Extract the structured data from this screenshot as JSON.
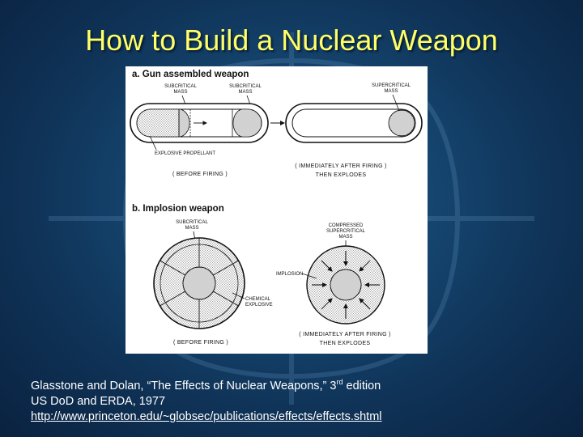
{
  "slide": {
    "title": "How to Build a Nuclear Weapon"
  },
  "figure": {
    "gun": {
      "heading": "a. Gun assembled weapon",
      "label_subcritical_left": [
        "SUBCRITICAL",
        "MASS"
      ],
      "label_subcritical_right": [
        "SUBCRITICAL",
        "MASS"
      ],
      "label_supercritical": [
        "SUPERCRITICAL",
        "MASS"
      ],
      "label_propellant": "EXPLOSIVE PROPELLANT",
      "caption_before": "( BEFORE FIRING )",
      "caption_after": [
        "( IMMEDIATELY AFTER FIRING )",
        "THEN EXPLODES"
      ]
    },
    "implosion": {
      "heading": "b. Implosion weapon",
      "label_subcritical": [
        "SUBCRITICAL",
        "MASS"
      ],
      "label_compressed": [
        "COMPRESSED",
        "SUPERCRITICAL",
        "MASS"
      ],
      "label_implosion": "IMPLOSION",
      "label_chemical": [
        "CHEMICAL",
        "EXPLOSIVE"
      ],
      "caption_before": "( BEFORE FIRING )",
      "caption_after": [
        "( IMMEDIATELY AFTER FIRING )",
        "THEN EXPLODES"
      ]
    }
  },
  "citation": {
    "line1_text": "Glasstone and Dolan, “The Effects of Nuclear Weapons,” 3",
    "line1_sup": "rd",
    "line1_suffix": " edition",
    "line2": "US DoD and ERDA, 1977",
    "link": "http://www.princeton.edu/~globsec/publications/effects/effects.shtml"
  }
}
